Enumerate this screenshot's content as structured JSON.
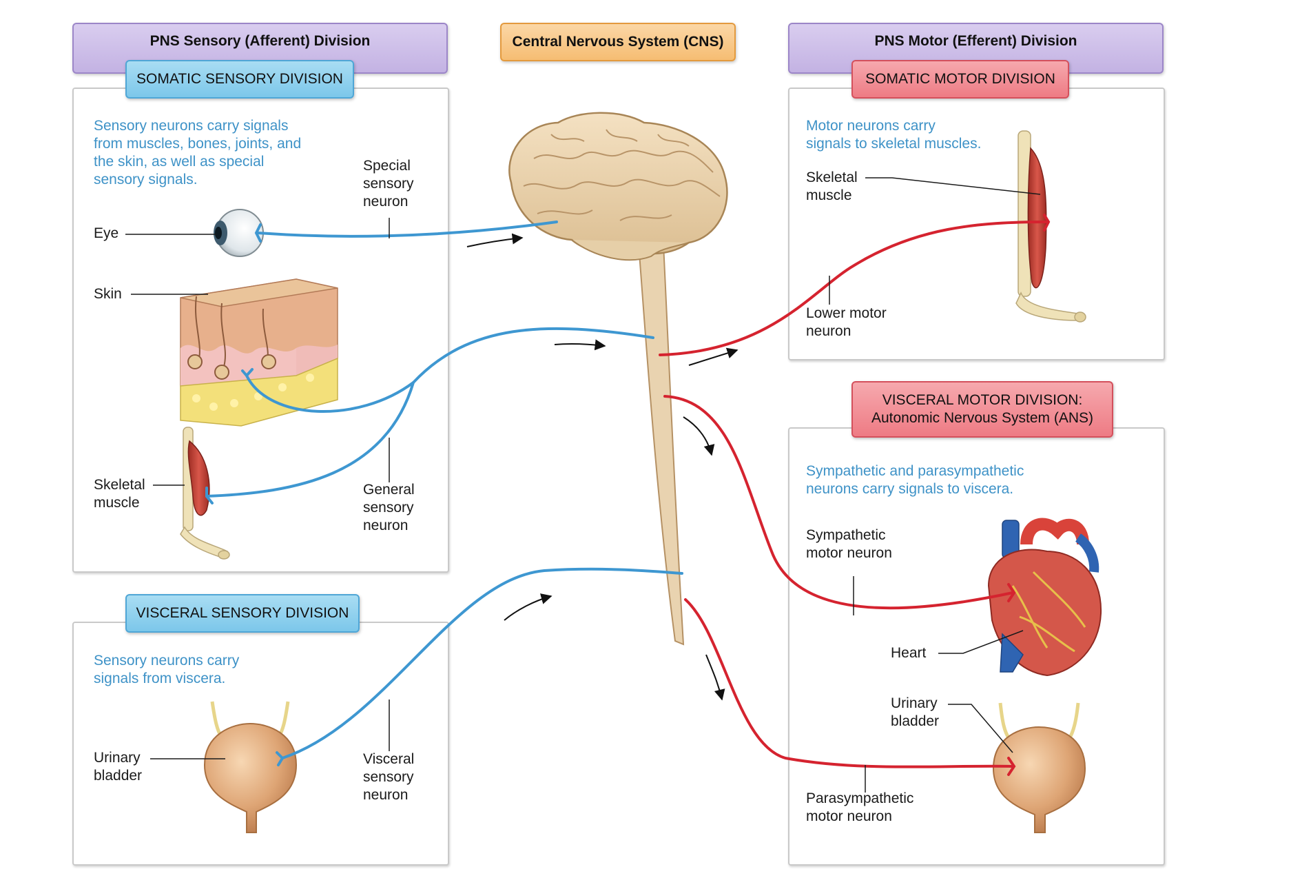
{
  "headers": {
    "pns_sensory": "PNS Sensory (Afferent) Division",
    "cns": "Central Nervous System (CNS)",
    "pns_motor": "PNS Motor (Efferent) Division"
  },
  "tabs": {
    "somatic_sensory": "SOMATIC SENSORY DIVISION",
    "visceral_sensory": "VISCERAL SENSORY DIVISION",
    "somatic_motor": "SOMATIC MOTOR DIVISION",
    "visceral_motor_line1": "VISCERAL MOTOR DIVISION:",
    "visceral_motor_line2": "Autonomic Nervous System (ANS)"
  },
  "descriptions": {
    "somatic_sensory": [
      "Sensory neurons carry signals",
      "from muscles, bones, joints, and",
      "the skin, as well as special",
      "sensory signals."
    ],
    "visceral_sensory": [
      "Sensory neurons carry",
      "signals from viscera."
    ],
    "somatic_motor": [
      "Motor neurons carry",
      "signals to skeletal muscles."
    ],
    "visceral_motor": [
      "Sympathetic and parasympathetic",
      "neurons carry signals to viscera."
    ]
  },
  "labels": {
    "eye": "Eye",
    "skin": "Skin",
    "skeletal_muscle_left": [
      "Skeletal",
      "muscle"
    ],
    "special_sensory_neuron": [
      "Special",
      "sensory",
      "neuron"
    ],
    "general_sensory_neuron": [
      "General",
      "sensory",
      "neuron"
    ],
    "urinary_bladder_left": [
      "Urinary",
      "bladder"
    ],
    "visceral_sensory_neuron": [
      "Visceral",
      "sensory",
      "neuron"
    ],
    "skeletal_muscle_right": [
      "Skeletal",
      "muscle"
    ],
    "lower_motor_neuron": [
      "Lower motor",
      "neuron"
    ],
    "sympathetic_motor_neuron": [
      "Sympathetic",
      "motor neuron"
    ],
    "heart": "Heart",
    "urinary_bladder_right": [
      "Urinary",
      "bladder"
    ],
    "parasympathetic_motor_neuron": [
      "Parasympathetic",
      "motor neuron"
    ]
  },
  "colors": {
    "sensory_neuron": "#3e97d1",
    "motor_neuron": "#d5232f",
    "description_text": "#3e92c7"
  }
}
